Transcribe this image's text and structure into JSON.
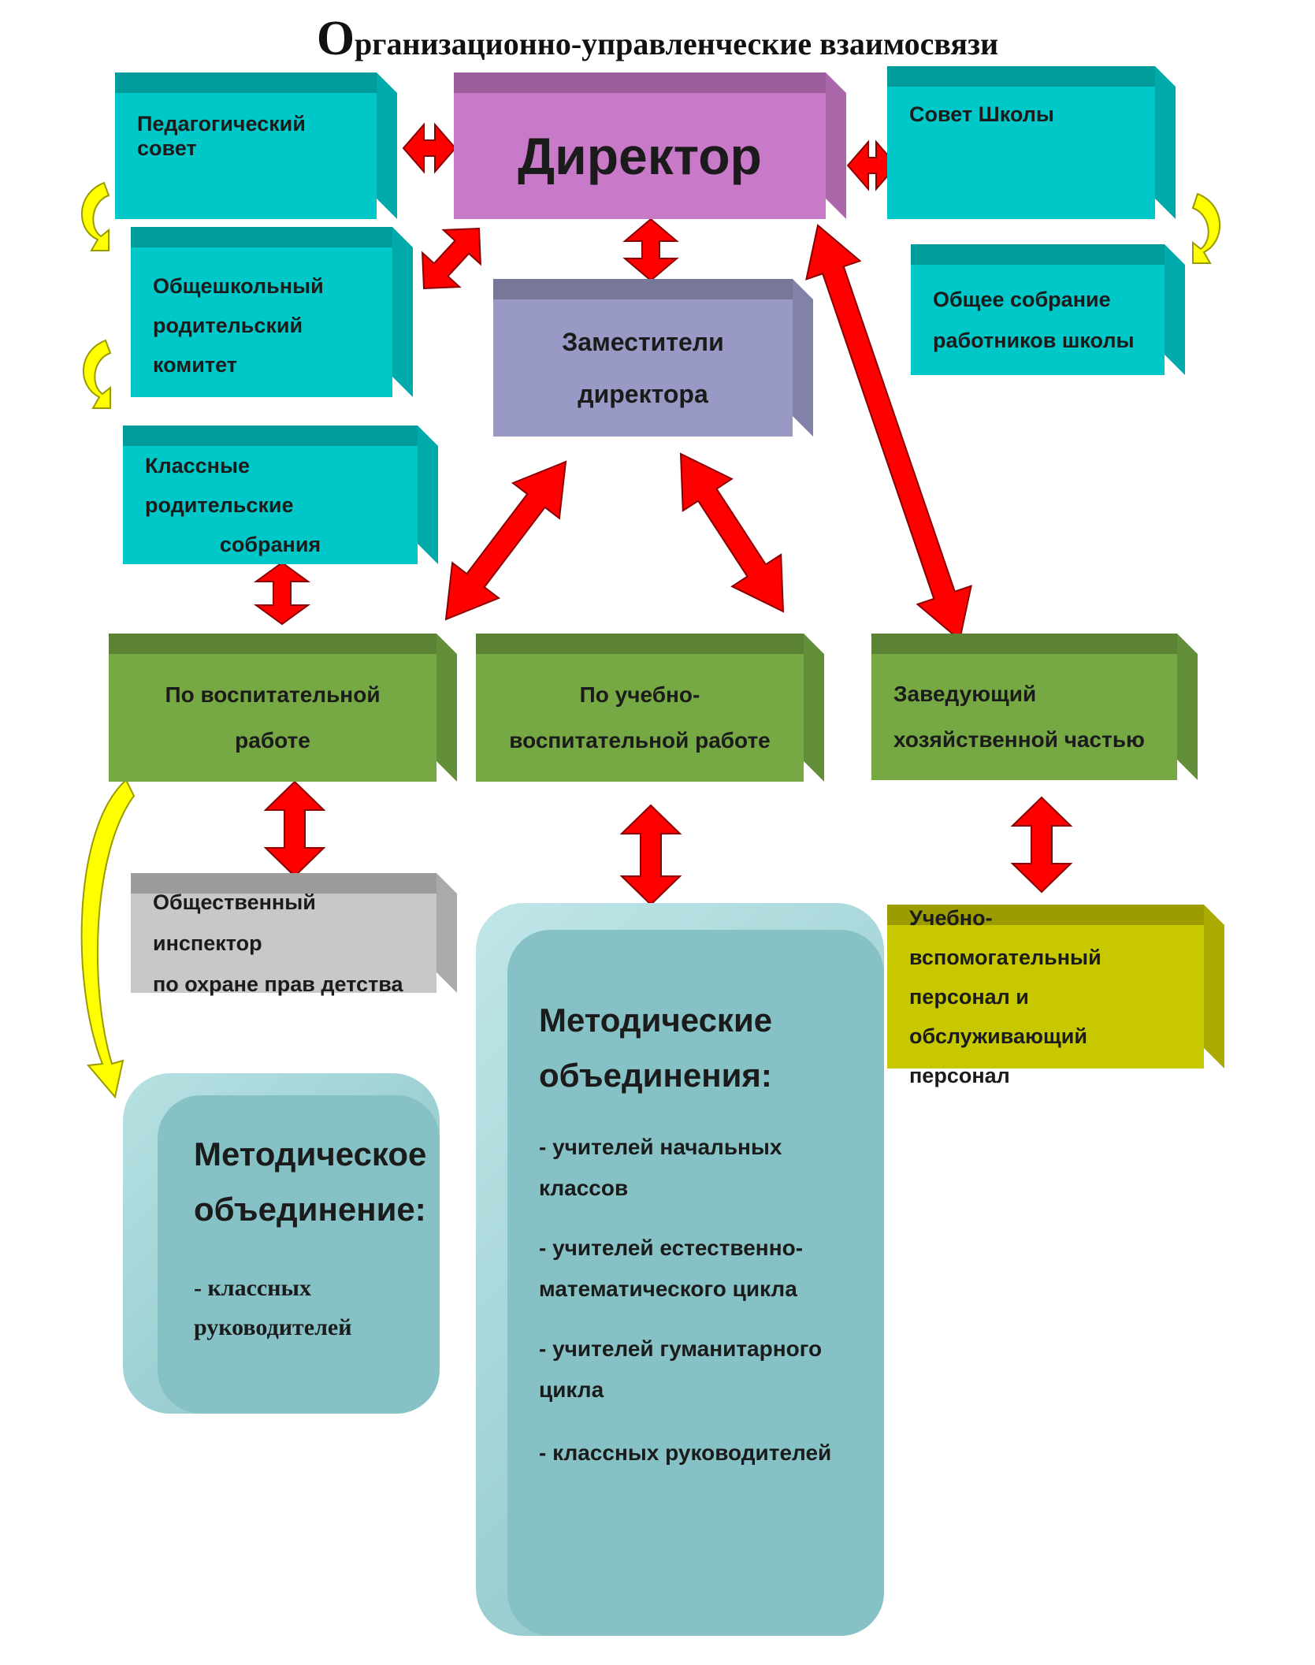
{
  "title": {
    "first_letter": "О",
    "rest": "рганизационно-управленческие  взаимосвязи"
  },
  "colors": {
    "cyan": "#00c8c8",
    "magenta": "#c879c8",
    "lavender": "#9999c6",
    "green": "#76a844",
    "grey": "#c8c8c8",
    "olive": "#c8c800",
    "teal_rounded": "#84c0c3",
    "arrow_red": "#ff0000",
    "arrow_yellow": "#ffff00"
  },
  "boxes": {
    "ped_council": {
      "lines": [
        "Педагогический совет"
      ]
    },
    "director": {
      "lines": [
        "Директор"
      ]
    },
    "school_council": {
      "lines": [
        "Совет Школы"
      ]
    },
    "parent_committee": {
      "lines": [
        "Общешкольный",
        "родительский",
        "комитет"
      ]
    },
    "general_meeting": {
      "lines": [
        "Общее собрание",
        "работников школы"
      ]
    },
    "deputies": {
      "lines": [
        "Заместители",
        "директора"
      ]
    },
    "class_meetings": {
      "lines": [
        "Классные родительские",
        "собрания"
      ]
    },
    "upbringing": {
      "lines": [
        "По воспитательной",
        "работе"
      ]
    },
    "academic": {
      "lines": [
        "По учебно-",
        "воспитательной работе"
      ]
    },
    "household": {
      "lines": [
        "Заведующий",
        "хозяйственной частью"
      ]
    },
    "inspector": {
      "lines": [
        "Общественный инспектор",
        "по охране прав детства"
      ]
    },
    "support_staff": {
      "lines": [
        "Учебно-вспомогательный",
        "персонал и",
        "обслуживающий персонал"
      ]
    }
  },
  "method_single": {
    "heading": [
      "Методическое",
      "объединение:"
    ],
    "items": [
      "- классных",
      "руководителей"
    ]
  },
  "method_multi": {
    "heading": [
      "Методические",
      "объединения:"
    ],
    "items": [
      "- учителей начальных классов",
      "- учителей естественно-",
      "математического цикла",
      "- учителей гуманитарного",
      "цикла",
      "- классных руководителей"
    ]
  }
}
